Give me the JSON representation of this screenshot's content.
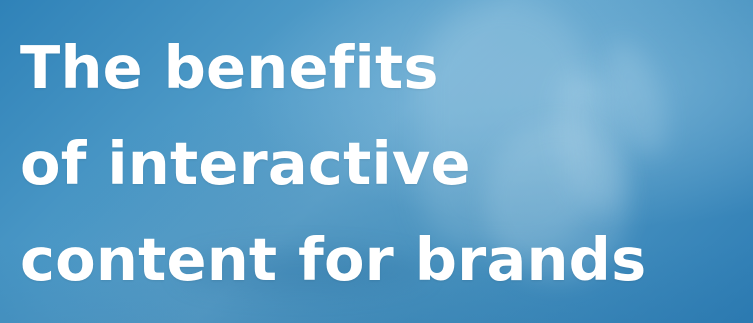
{
  "headline": {
    "lines": [
      "The benefits",
      "of interactive",
      "content for brands"
    ]
  },
  "colors": {
    "text": "#ffffff",
    "background_primary": "#4b98c6",
    "background_secondary": "#2f82b8",
    "background_highlight": "#91c4e2"
  }
}
